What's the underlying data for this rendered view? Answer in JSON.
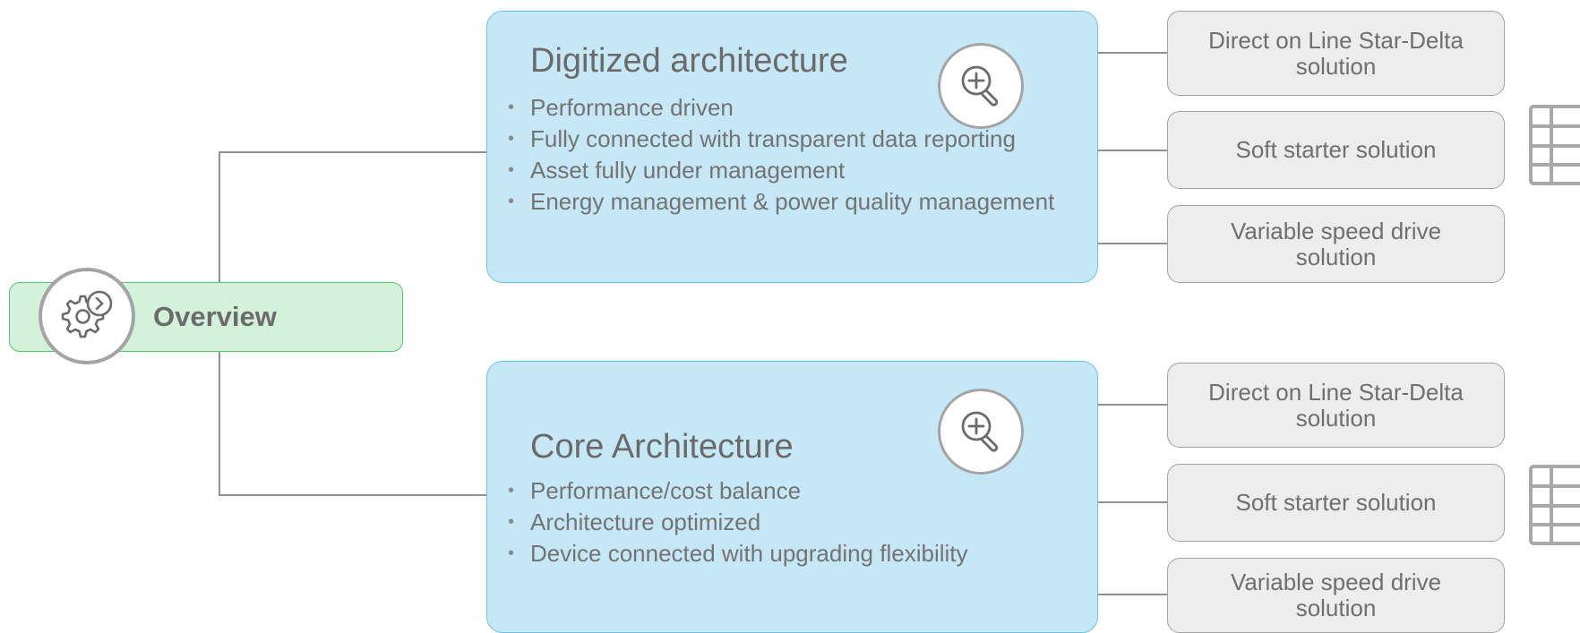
{
  "overview": {
    "label": "Overview",
    "icon": "gear-cycle-icon"
  },
  "architectures": [
    {
      "title": "Digitized architecture",
      "zoom_icon": "zoom-in-icon",
      "bullets": [
        "Performance driven",
        "Fully connected with transparent data reporting",
        "Asset fully under management",
        "Energy management & power quality management"
      ],
      "solutions": [
        "Direct on Line Star-Delta solution",
        "Soft starter solution",
        "Variable speed drive solution"
      ],
      "side_icon": "table-icon"
    },
    {
      "title": "Core Architecture",
      "zoom_icon": "zoom-in-icon",
      "bullets": [
        "Performance/cost balance",
        "Architecture optimized",
        "Device connected with upgrading flexibility"
      ],
      "solutions": [
        "Direct on Line Star-Delta solution",
        "Soft starter solution",
        "Variable speed drive solution"
      ],
      "side_icon": "table-icon"
    }
  ],
  "colors": {
    "overview_fill": "#d3f2d9",
    "overview_border": "#58c46b",
    "card_fill": "#c6e7f6",
    "card_border": "#6cc3ea",
    "solution_fill": "#ededed",
    "solution_border": "#a3a3a3",
    "text": "#6f6f6f",
    "connector": "#6d6d6d"
  }
}
